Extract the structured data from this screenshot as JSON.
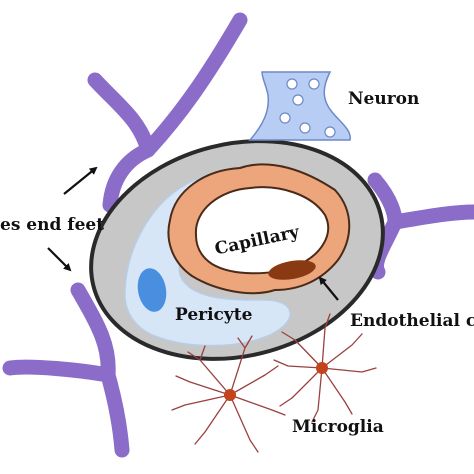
{
  "labels": {
    "neuron": "Neuron",
    "astrocyte_feet": "es end feet",
    "capillary": "Capillary",
    "pericyte": "Pericyte",
    "endothelial": "Endothelial c",
    "microglia": "Microglia"
  },
  "colors": {
    "astrocyte": "#8b6cc8",
    "basement_membrane": "#c7c7c7",
    "basement_outline": "#2a2a2a",
    "pericyte_body": "#d7e6f6",
    "pericyte_nucleus": "#4a8ee0",
    "endothelium": "#eda57b",
    "endothelium_outline": "#4a2a18",
    "lumen": "#ffffff",
    "endothelial_nucleus": "#8a3a12",
    "neuron": "#b7cdf3",
    "neuron_outline": "#6f89c7",
    "microglia_process": "#9b3f3f",
    "microglia_soma": "#c2431c"
  }
}
